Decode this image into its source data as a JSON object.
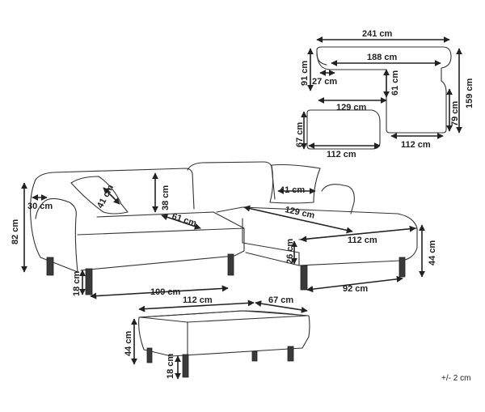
{
  "dimensions": {
    "top_width": "241 cm",
    "top_depth": "91 cm",
    "top_inner_width": "188 cm",
    "top_arm": "27 cm",
    "top_chaise_inner": "61 cm",
    "top_total_depth": "159 cm",
    "top_seat_length": "129 cm",
    "top_chaise_depth": "79 cm",
    "ottoman_top_depth": "67 cm",
    "ottoman_top_width": "112 cm",
    "chaise_top_width": "112 cm",
    "cushion_left": "41 cm",
    "backrest_height": "38 cm",
    "arm_width": "30 cm",
    "total_height": "82 cm",
    "seat_depth": "61 cm",
    "cushion_right": "41 cm",
    "chaise_length": "129 cm",
    "chaise_width": "112 cm",
    "seat_thickness": "26 cm",
    "seat_height": "44 cm",
    "leg_height": "18 cm",
    "sofa_width": "109 cm",
    "chaise_leg_span": "92 cm",
    "ottoman_width": "112 cm",
    "ottoman_depth": "67 cm",
    "ottoman_height": "44 cm",
    "ottoman_leg_height": "18 cm"
  },
  "tolerance": "+/- 2 cm"
}
